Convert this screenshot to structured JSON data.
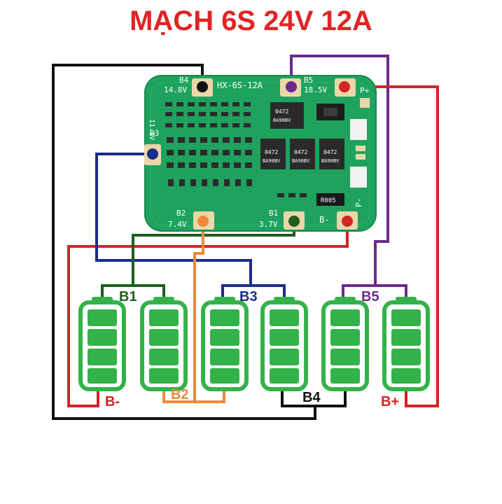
{
  "title": "MẠCH 6S 24V 12A",
  "colors": {
    "title": "#e02424",
    "pcb": "#1fa25e",
    "pad": "#e9d7a8",
    "battery": "#34b24a",
    "black_wire": "#111111",
    "purple_wire": "#6b2a8e",
    "red_wire": "#d42424",
    "blue_wire": "#1b2c8a",
    "green_wire": "#1e5e1e",
    "orange_wire": "#ee8a3a"
  },
  "pcb": {
    "model": "HX-6S-12A",
    "pads": {
      "b4": "B4",
      "b4_v": "14.8V",
      "b5": "B5",
      "b5_v": "18.5V",
      "pplus": "P+",
      "b3": "B3",
      "b3_v": "11.1V",
      "b2": "B2",
      "b2_v": "7.4V",
      "b1": "B1",
      "b1_v": "3.7V",
      "bminus": "B-",
      "pminus": "P-"
    },
    "components": {
      "mosfet_top": "0472",
      "mosfet_top_sub": "BA90BV",
      "mosfet": "0472",
      "mosfet_sub": "BA90BV",
      "resistor": "R005"
    }
  },
  "connectors": {
    "b1": "B1",
    "b2": "B2",
    "b3": "B3",
    "b4": "B4",
    "b5": "B5",
    "bminus": "B-",
    "bplus": "B+"
  },
  "icons": [
    "battery-icon",
    "battery-icon",
    "battery-icon",
    "battery-icon",
    "battery-icon",
    "battery-icon"
  ]
}
